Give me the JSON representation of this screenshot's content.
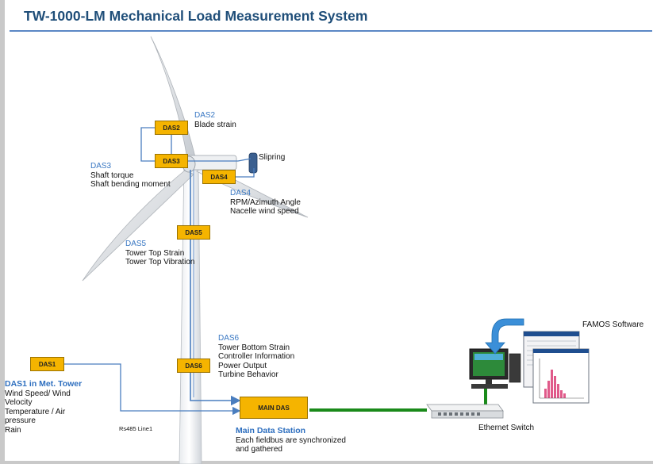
{
  "title": "TW-1000-LM Mechanical Load Measurement System",
  "das_boxes": {
    "das2": "DAS2",
    "das3": "DAS3",
    "das4": "DAS4",
    "das5": "DAS5",
    "das6": "DAS6",
    "das1": "DAS1",
    "main": "MAIN DAS"
  },
  "labels": {
    "das2": {
      "heading": "DAS2",
      "lines": [
        "Blade strain"
      ]
    },
    "das3": {
      "heading": "DAS3",
      "lines": [
        "Shaft torque",
        "Shaft bending moment"
      ]
    },
    "slipring": "Slipring",
    "das4": {
      "heading": "DAS4",
      "lines": [
        "RPM/Azimuth Angle",
        "Nacelle wind speed"
      ]
    },
    "das5": {
      "heading": "DAS5",
      "lines": [
        "Tower Top Strain",
        "Tower Top Vibration"
      ]
    },
    "das6": {
      "heading": "DAS6",
      "lines": [
        "Tower Bottom Strain",
        "Controller Information",
        "Power Output",
        "Turbine Behavior"
      ]
    },
    "das1": {
      "heading": "DAS1 in Met. Tower",
      "lines": [
        "Wind Speed/ Wind",
        "Velocity",
        "Temperature / Air",
        "pressure",
        "Rain"
      ]
    },
    "main": {
      "heading": "Main Data Station",
      "lines": [
        "Each fieldbus are synchronized",
        "and gathered"
      ]
    },
    "rs485": "Rs485 Line1",
    "ethernet": "Ethernet Switch",
    "famos": "FAMOS Software"
  },
  "colors": {
    "das_fill": "#f5b400",
    "connector_blue": "#4a7ebf",
    "ethernet_green": "#1a8a1a",
    "title": "#1f4e79"
  }
}
